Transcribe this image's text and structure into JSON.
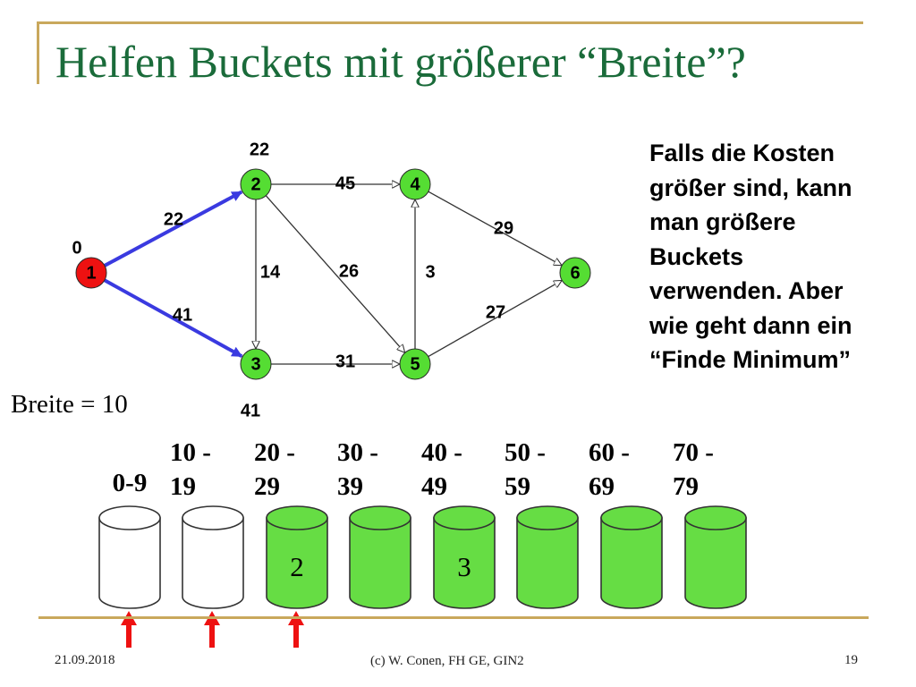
{
  "title": "Helfen Buckets mit größerer “Breite”?",
  "side_text": "Falls die Kosten\ngrößer sind, kann\nman größere\nBuckets\nverwenden. Aber\nwie geht dann ein\n“Finde Minimum”",
  "breite_label": "Breite = 10",
  "graph": {
    "nodes": [
      {
        "id": "1",
        "color": "#ee1111",
        "distance_label": "0"
      },
      {
        "id": "2",
        "color": "#55dd33",
        "distance_label": "22"
      },
      {
        "id": "3",
        "color": "#55dd33",
        "distance_label": "41"
      },
      {
        "id": "4",
        "color": "#55dd33",
        "distance_label": ""
      },
      {
        "id": "5",
        "color": "#55dd33",
        "distance_label": ""
      },
      {
        "id": "6",
        "color": "#55dd33",
        "distance_label": ""
      }
    ],
    "edges": [
      {
        "from": "1",
        "to": "2",
        "weight": "22",
        "highlighted": true
      },
      {
        "from": "1",
        "to": "3",
        "weight": "41",
        "highlighted": true
      },
      {
        "from": "2",
        "to": "4",
        "weight": "45",
        "highlighted": false
      },
      {
        "from": "2",
        "to": "3",
        "weight": "14",
        "highlighted": false
      },
      {
        "from": "2",
        "to": "5",
        "weight": "26",
        "highlighted": false
      },
      {
        "from": "3",
        "to": "5",
        "weight": "31",
        "highlighted": false
      },
      {
        "from": "5",
        "to": "4",
        "weight": "3",
        "highlighted": false
      },
      {
        "from": "4",
        "to": "6",
        "weight": "29",
        "highlighted": false
      },
      {
        "from": "5",
        "to": "6",
        "weight": "27",
        "highlighted": false
      }
    ],
    "highlight_color": "#3a3ae0"
  },
  "buckets": [
    {
      "label_line1": "0-9",
      "label_line2": "",
      "filled": false,
      "content": "",
      "pointer": true
    },
    {
      "label_line1": "10 -",
      "label_line2": "19",
      "filled": false,
      "content": "",
      "pointer": true
    },
    {
      "label_line1": "20 -",
      "label_line2": "29",
      "filled": true,
      "content": "2",
      "pointer": true
    },
    {
      "label_line1": "30 -",
      "label_line2": "39",
      "filled": true,
      "content": "",
      "pointer": false
    },
    {
      "label_line1": "40 -",
      "label_line2": "49",
      "filled": true,
      "content": "3",
      "pointer": false
    },
    {
      "label_line1": "50 -",
      "label_line2": "59",
      "filled": true,
      "content": "",
      "pointer": false
    },
    {
      "label_line1": "60 -",
      "label_line2": "69",
      "filled": true,
      "content": "",
      "pointer": false
    },
    {
      "label_line1": "70 -",
      "label_line2": "79",
      "filled": true,
      "content": "",
      "pointer": false
    }
  ],
  "colors": {
    "bucket_fill": "#66dd44",
    "pointer": "#ee1111",
    "accent_line": "#c9a85c",
    "title": "#1a6b3a"
  },
  "footer": {
    "date": "21.09.2018",
    "credit": "(c) W. Conen, FH GE, GIN2",
    "page": "19"
  }
}
